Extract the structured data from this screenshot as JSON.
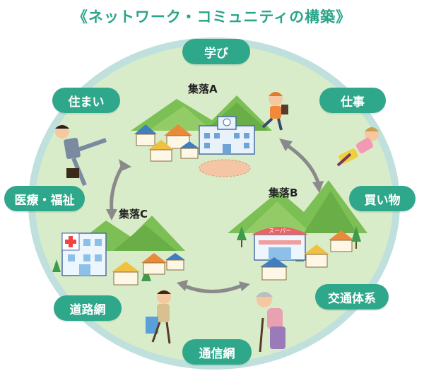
{
  "title": "《ネットワーク・コミュニティの構築》",
  "villages": {
    "a": "集落A",
    "b": "集落B",
    "c": "集落C"
  },
  "supermarket_sign": "スーパー",
  "nodes": {
    "learning": "学び",
    "work": "仕事",
    "shopping": "買い物",
    "transport": "交通体系",
    "comm_network": "通信網",
    "road_network": "道路網",
    "medical_welfare": "医療・福祉",
    "housing": "住まい"
  },
  "colors": {
    "accent": "#2fa78b",
    "circle_fill": "#d9ecc9",
    "circle_ring": "#bfe0dd"
  }
}
